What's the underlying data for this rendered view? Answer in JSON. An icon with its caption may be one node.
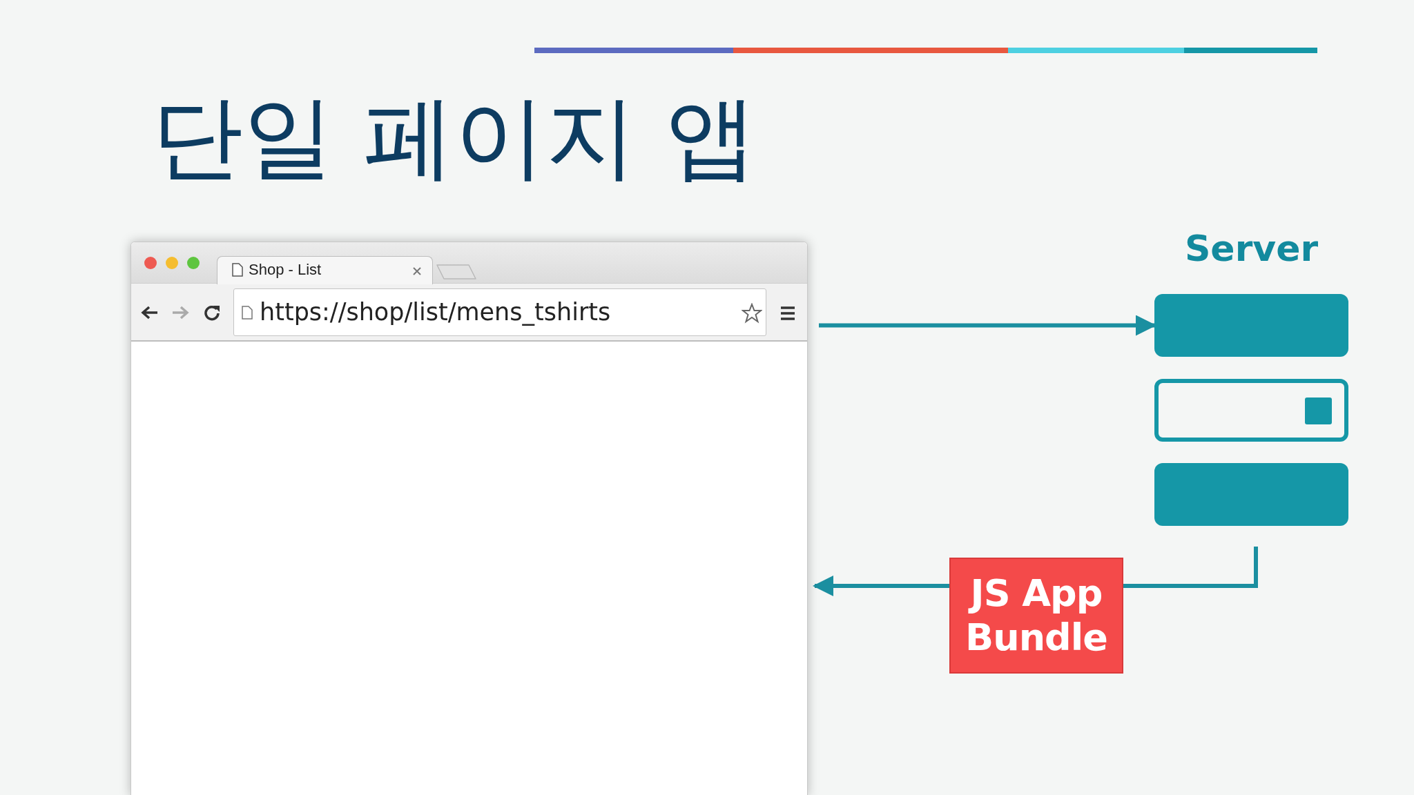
{
  "diagram": {
    "title": "단일 페이지 앱",
    "nodes": [
      {
        "text": [
          "Shop - List",
          "https://shop/list/mens_tshirts"
        ]
      },
      {
        "text": [
          "Server"
        ]
      },
      {
        "text": [],
        "shape": "box",
        "in": 1
      },
      {
        "text": [],
        "shape": "box",
        "in": 1
      },
      {
        "text": [],
        "shape": "box",
        "in": 1
      }
    ],
    "edges": [
      {
        "from": 0,
        "to": 2,
        "arrow": "to"
      },
      {
        "from": 1,
        "to": 0,
        "arrow": "to",
        "label": "JS App Bundle"
      }
    ]
  }
}
